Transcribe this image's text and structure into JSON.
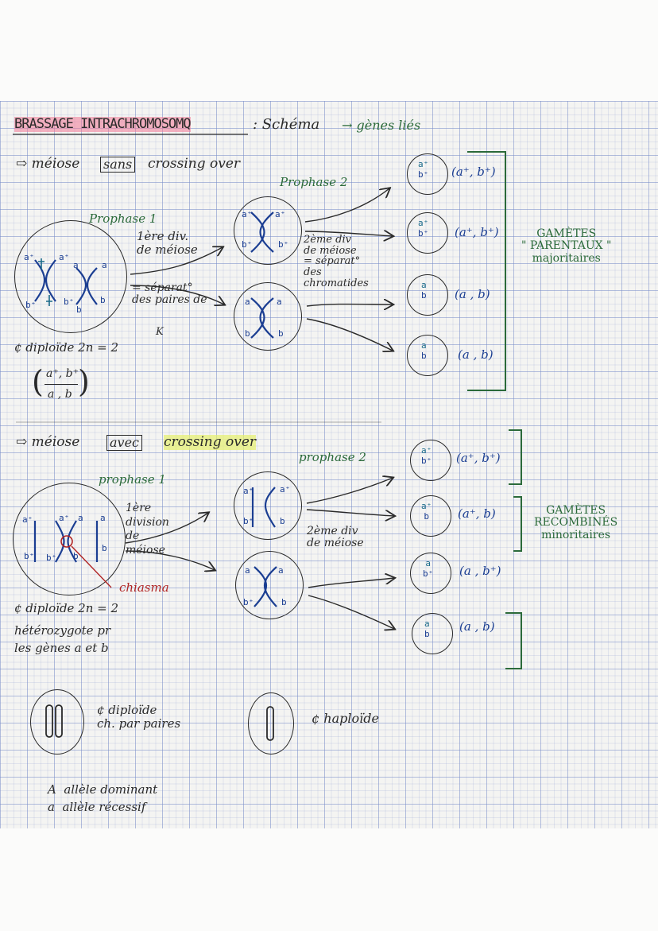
{
  "title": "BRASSAGE INTRACHROMOSOMQ",
  "title_suffix": ": Schéma",
  "title_note": "→ gènes liés",
  "section1": {
    "heading_prefix": "⇨ méiose",
    "heading_box": "sans",
    "heading_suffix": "crossing over",
    "prophase1": "Prophase 1",
    "first_division": "1ère div.\nde méiose",
    "separation": "= séparat°\ndes paires de",
    "separation_mark": "K",
    "prophase2": "Prophase 2",
    "second_division": "2ème div\nde méiose\n= séparat°\ndes\nchromatides",
    "diploid": "¢ diploïde 2n = 2",
    "genotype_top": "a⁺, b⁺",
    "genotype_bottom": "a , b",
    "cell_labels": {
      "left": [
        "a⁺",
        "a⁺",
        "a",
        "a",
        "b⁺",
        "b⁺",
        "b",
        "b"
      ],
      "p2_top": [
        "a⁺",
        "a⁺",
        "b⁺",
        "b⁺"
      ],
      "p2_bottom": [
        "a",
        "a",
        "b",
        "b"
      ]
    },
    "gametes": [
      {
        "top": "a⁺",
        "bottom": "b⁺",
        "genotype": "(a⁺, b⁺)"
      },
      {
        "top": "a⁺",
        "bottom": "b⁺",
        "genotype": "(a⁺, b⁺)"
      },
      {
        "top": "a",
        "bottom": "b",
        "genotype": "(a , b)"
      },
      {
        "top": "a",
        "bottom": "b",
        "genotype": "(a , b)"
      }
    ],
    "bracket_label": "GAMÈTES\n\" PARENTAUX \"\nmajoritaires"
  },
  "section2": {
    "heading_prefix": "⇨ méiose",
    "heading_box": "avec",
    "heading_suffix": "crossing over",
    "prophase1": "prophase 1",
    "first_division": "1ère\ndivision\nde\nméiose",
    "chiasma": "chiasma",
    "prophase2": "prophase 2",
    "second_division": "2ème div\nde méiose",
    "diploid": "¢ diploïde 2n = 2",
    "heterozygote": "hétérozygote pr\nles gènes a et b",
    "cell_labels": {
      "left": [
        "a⁺",
        "a⁺",
        "a",
        "a",
        "b⁺",
        "b⁺",
        "b",
        "b"
      ],
      "p2_top": [
        "a⁺",
        "a⁺",
        "b⁺",
        "b"
      ],
      "p2_bottom": [
        "a",
        "a",
        "b⁺",
        "b"
      ]
    },
    "gametes": [
      {
        "top": "a⁺",
        "bottom": "b⁺",
        "genotype": "(a⁺, b⁺)"
      },
      {
        "top": "a⁺",
        "bottom": "b",
        "genotype": "(a⁺, b)"
      },
      {
        "top": "a",
        "bottom": "b⁺",
        "genotype": "(a , b⁺)"
      },
      {
        "top": "a",
        "bottom": "b",
        "genotype": "(a , b)"
      }
    ],
    "bracket_label": "GAMÈTES\nRECOMBINÉS\nminoritaires"
  },
  "legend": {
    "diploid_label": "¢ diploïde\nch. par paires",
    "haploid_label": "¢ haploïde",
    "allele_dominant": "A  allèle dominant",
    "allele_recessive": "a  allèle récessif"
  },
  "colors": {
    "ink": "#2a2a2a",
    "blue_ink": "#1b3e92",
    "teal_ink": "#1b6b8a",
    "green_ink": "#2b6a3a",
    "red_ink": "#b02424",
    "pink_highlight": "#f07896",
    "yellow_highlight": "#e6f06e"
  }
}
